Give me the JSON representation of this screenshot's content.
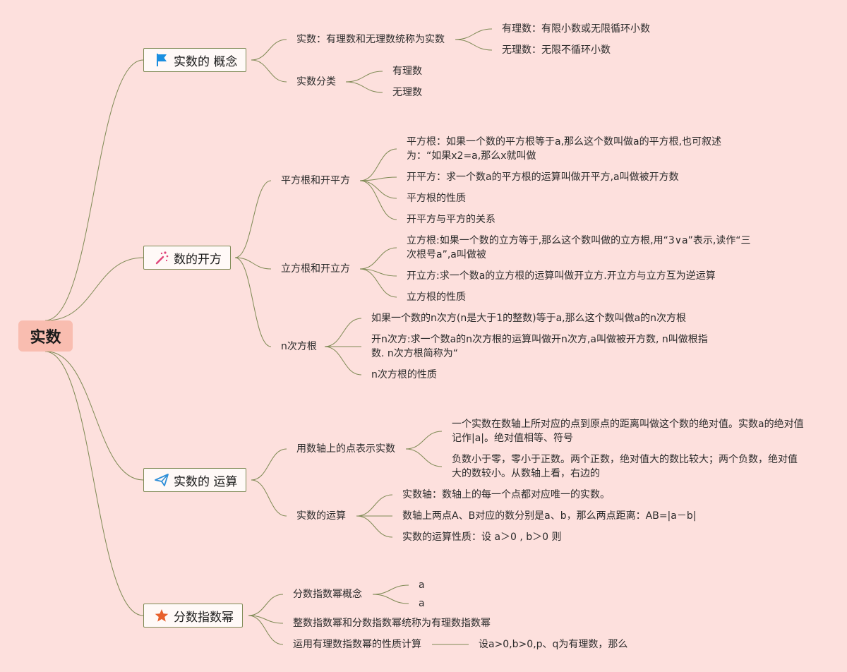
{
  "root": {
    "label": "实数"
  },
  "branches": [
    {
      "label": "实数的 概念",
      "icon": "flag-icon",
      "items": [
        {
          "label": "实数：有理数和无理数统称为实数",
          "children": [
            "有理数：有限小数或无限循环小数",
            "无理数：无限不循环小数"
          ]
        },
        {
          "label": "实数分类",
          "children": [
            "有理数",
            "无理数"
          ]
        }
      ]
    },
    {
      "label": "数的开方",
      "icon": "magic-wand-icon",
      "items": [
        {
          "label": "平方根和开平方",
          "children": [
            "平方根：如果一个数的平方根等于a,那么这个数叫做a的平方根,也可叙述为：“如果x2=a,那么x就叫做",
            "开平方：求一个数a的平方根的运算叫做开平方,a叫做被开方数",
            "平方根的性质",
            "开平方与平方的关系"
          ]
        },
        {
          "label": "立方根和开立方",
          "children": [
            "立方根:如果一个数的立方等于,那么这个数叫做的立方根,用“3∨a”表示,读作“三次根号a”,a叫做被",
            "开立方:求一个数a的立方根的运算叫做开立方.开立方与立方互为逆运算",
            "立方根的性质"
          ]
        },
        {
          "label": "n次方根",
          "children": [
            "如果一个数的n次方(n是大于1的整数)等于a,那么这个数叫做a的n次方根",
            "开n次方:求一个数a的n次方根的运算叫做开n次方,a叫做被开方数, n叫做根指数. n次方根简称为“",
            "n次方根的性质"
          ]
        }
      ]
    },
    {
      "label": "实数的 运算",
      "icon": "paper-plane-icon",
      "items": [
        {
          "label": "用数轴上的点表示实数",
          "children": [
            "一个实数在数轴上所对应的点到原点的距离叫做这个数的绝对值。实数a的绝对值记作|a|。绝对值相等、符号",
            "负数小于零，零小于正数。两个正数，绝对值大的数比较大；两个负数，绝对值大的数较小。从数轴上看，右边的"
          ]
        },
        {
          "label": "实数的运算",
          "children": [
            "实数轴：数轴上的每一个点都对应唯一的实数。",
            "数轴上两点A、B对应的数分别是a、b，那么两点距离：AB=|a－b|",
            "实数的运算性质：设 a＞0 , b＞0 则"
          ]
        }
      ]
    },
    {
      "label": "分数指数幂",
      "icon": "star-icon",
      "items": [
        {
          "label": "分数指数幂概念",
          "children": [
            "a",
            "a"
          ]
        },
        {
          "label": "整数指数幂和分数指数幂统称为有理数指数幂",
          "children": []
        },
        {
          "label": "运用有理数指数幂的性质计算",
          "children": [
            "设a>0,b>0,p、q为有理数，那么"
          ]
        }
      ]
    }
  ],
  "colors": {
    "background": "#fde0dd",
    "root_fill": "#f9bdb0",
    "line": "#7f8a55",
    "flag": "#1a8fe0",
    "wand": "#e0457a",
    "plane": "#2f8fd8",
    "star": "#e8602c"
  }
}
